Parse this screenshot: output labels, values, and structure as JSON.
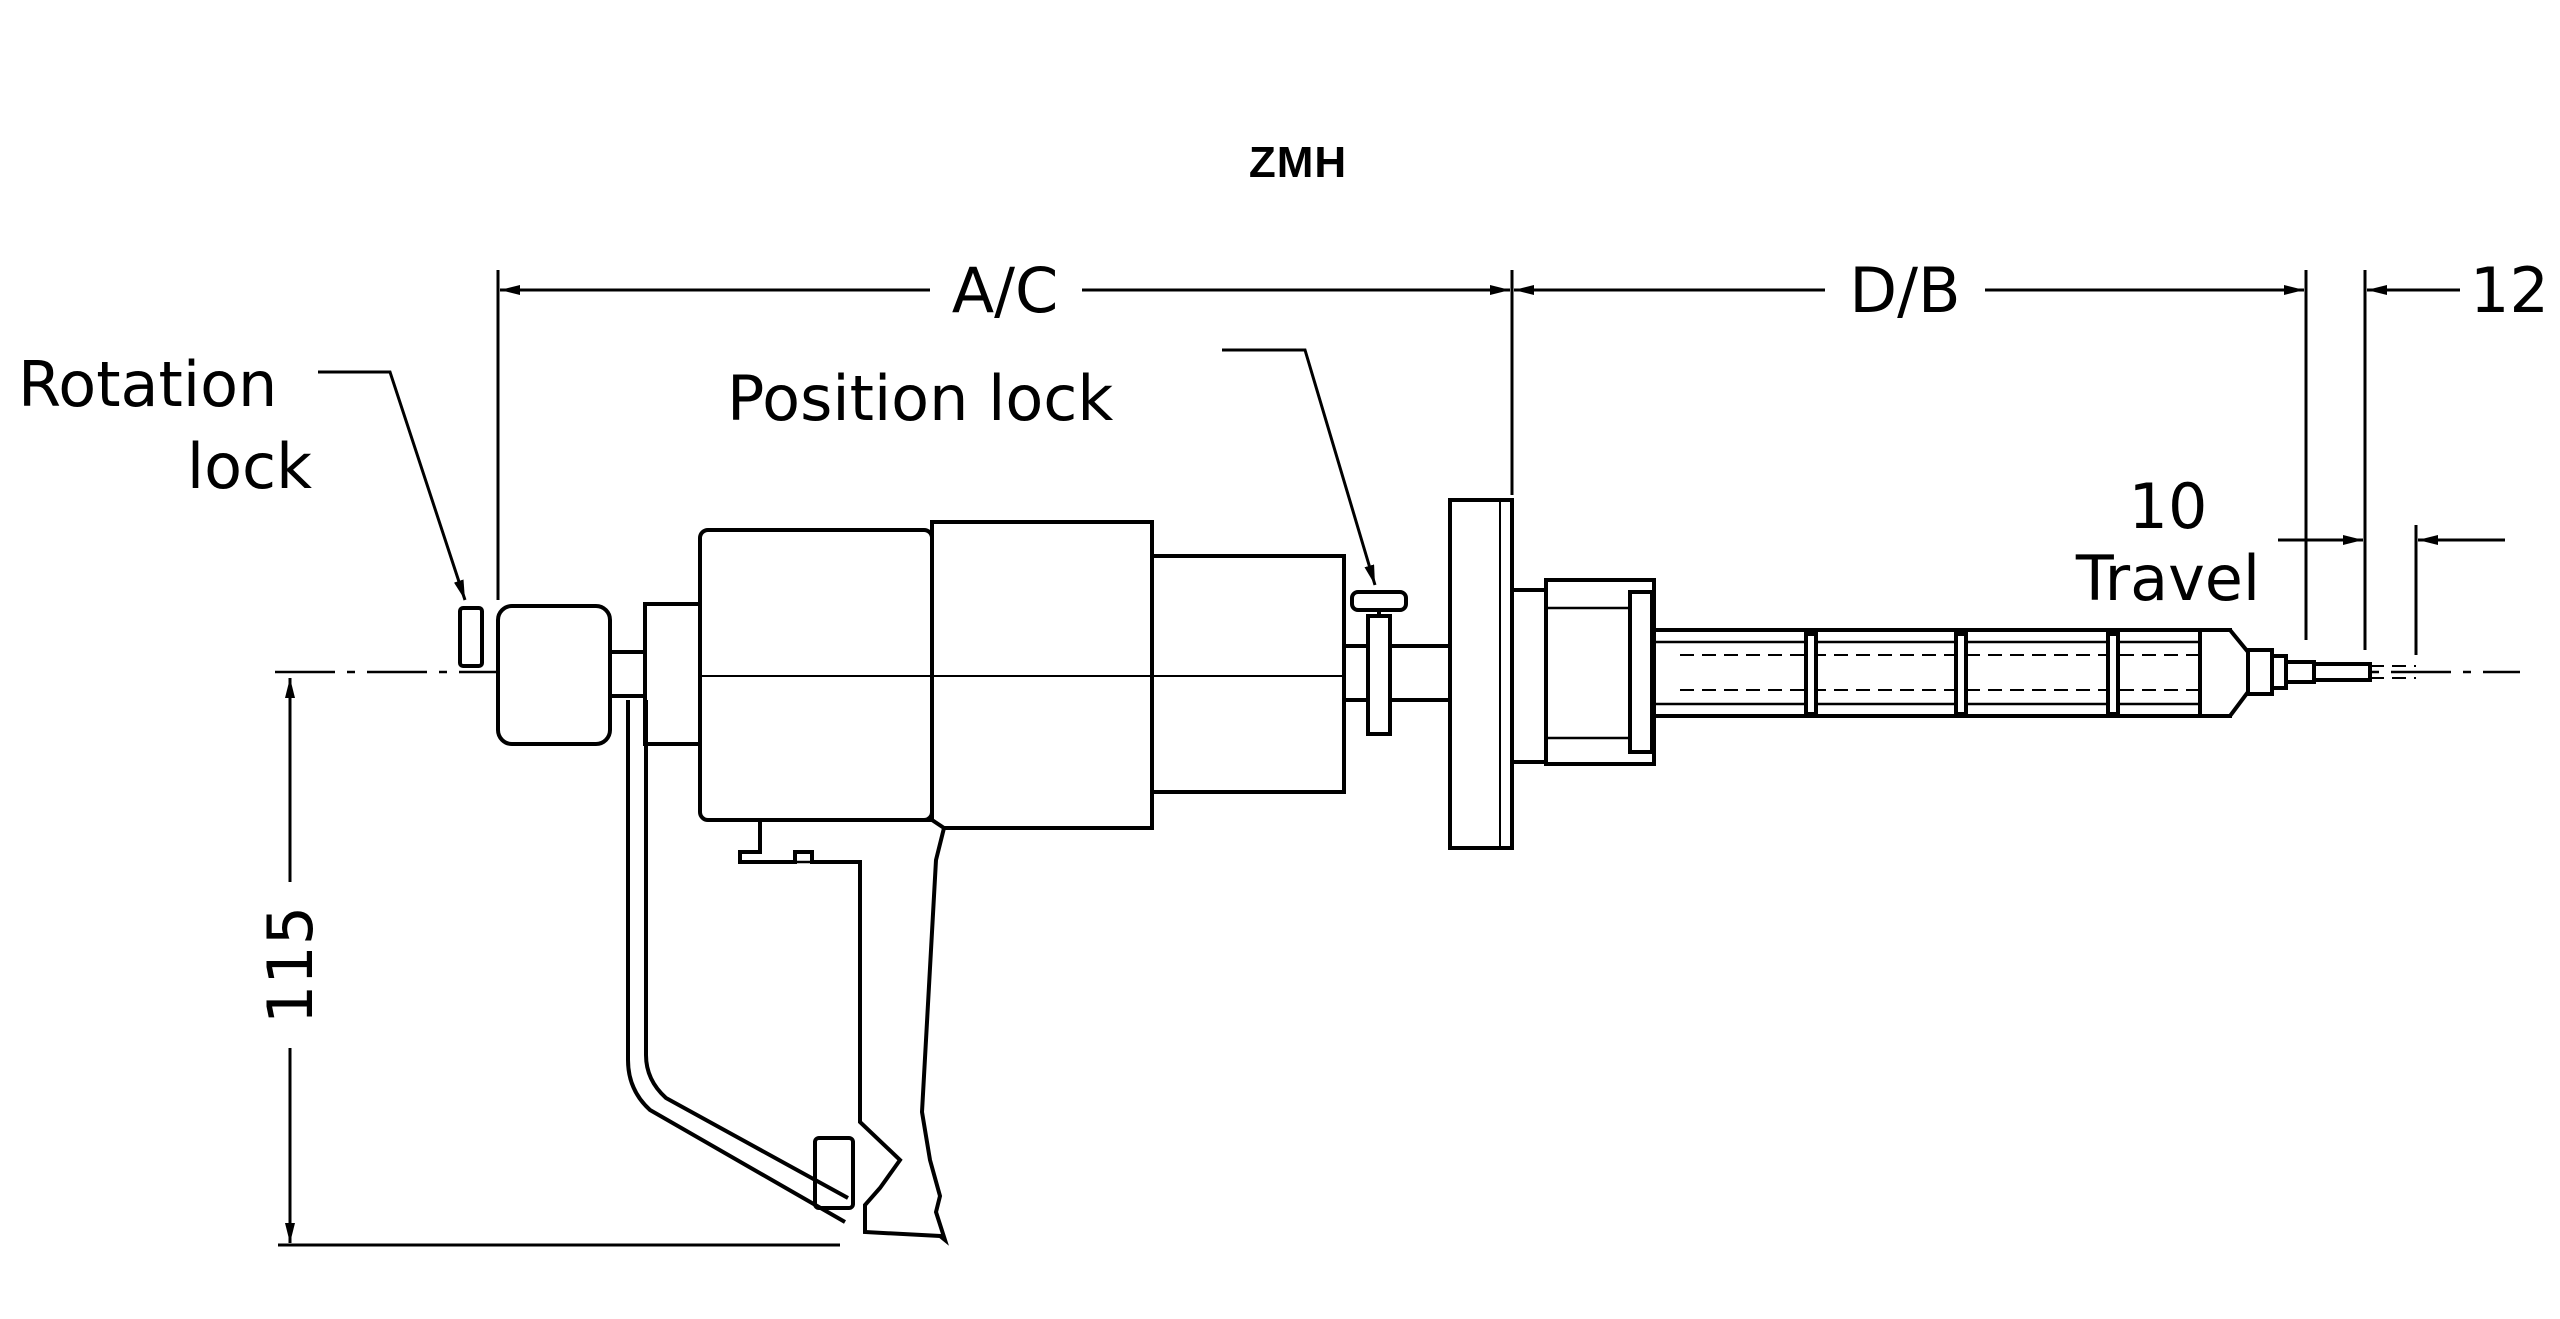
{
  "title": "ZMH",
  "labels": {
    "rotation_lock_line1": "Rotation",
    "rotation_lock_line2": "lock",
    "position_lock": "Position lock",
    "travel_value": "10",
    "travel_label": "Travel"
  },
  "dimensions": {
    "ac": "A/C",
    "db": "D/B",
    "tip": "12",
    "height": "115"
  }
}
